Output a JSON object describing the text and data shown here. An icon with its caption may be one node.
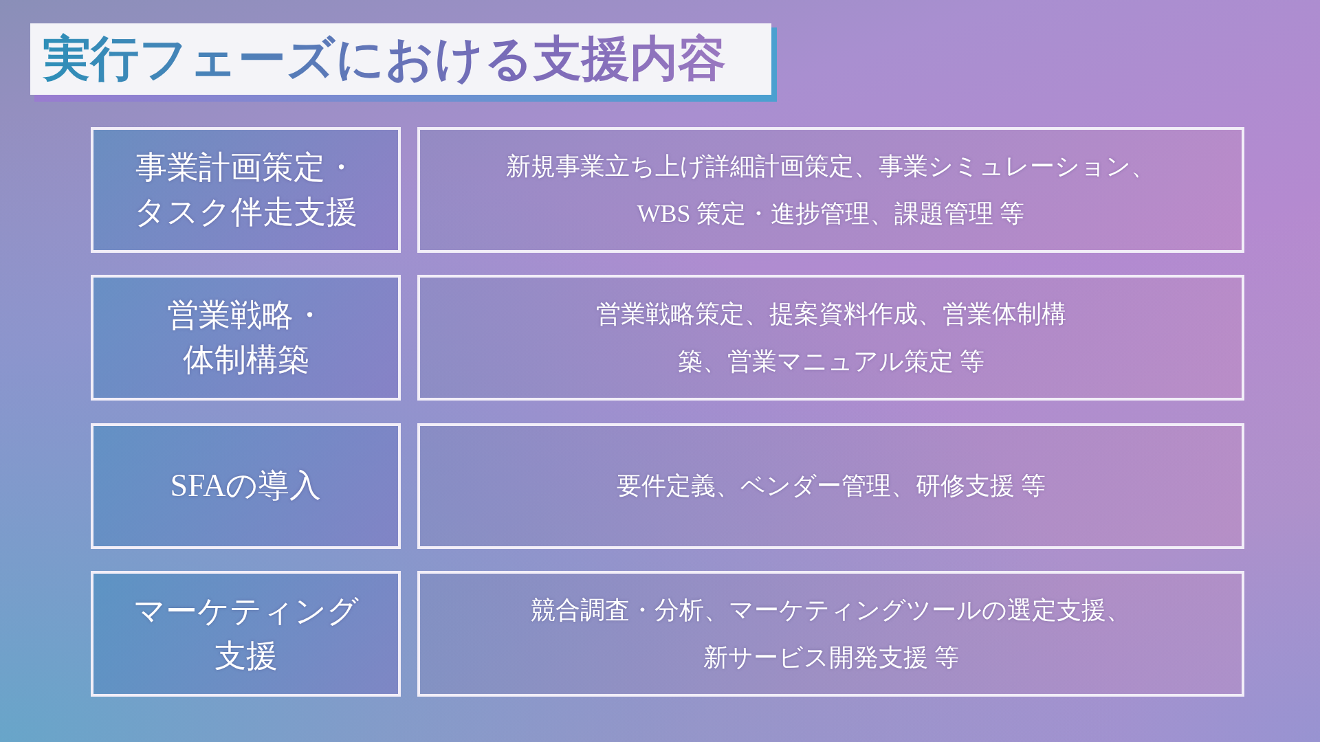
{
  "diagram": {
    "title": "実行フェーズにおける支援内容",
    "nodes": [
      {
        "text": [
          "事業計画策定・タスク伴走支援"
        ]
      },
      {
        "text": [
          "新規事業立ち上げ詳細計画策定、事業シミュレーション、WBS 策定・進捗管理、課題管理 等"
        ]
      },
      {
        "text": [
          "営業戦略・体制構築"
        ]
      },
      {
        "text": [
          "営業戦略策定、提案資料作成、営業体制構築、営業マニュアル策定 等"
        ]
      },
      {
        "text": [
          "SFAの導入"
        ]
      },
      {
        "text": [
          "要件定義、ベンダー管理、研修支援 等"
        ]
      },
      {
        "text": [
          "マーケティング支援"
        ]
      },
      {
        "text": [
          "競合調査・分析、マーケティングツールの選定支援、新サービス開発支援 等"
        ]
      }
    ]
  }
}
